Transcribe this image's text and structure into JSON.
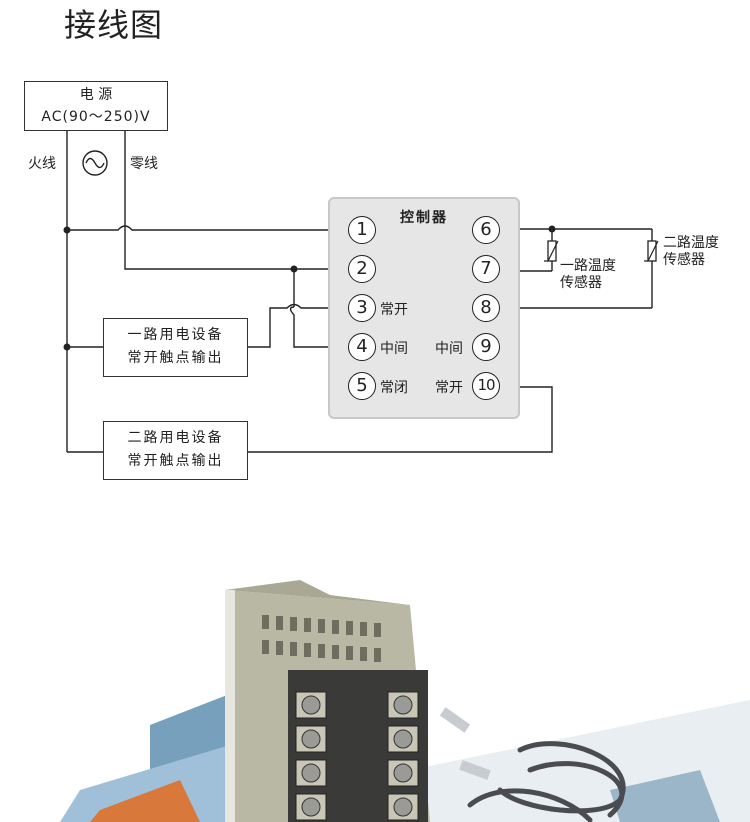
{
  "page": {
    "title": "接线图"
  },
  "diagram": {
    "power": {
      "line1": "电 源",
      "line2": "AC(90～250)V"
    },
    "live_label": "火线",
    "neutral_label": "零线",
    "controller_title": "控制器",
    "terminals": [
      "1",
      "2",
      "3",
      "4",
      "5",
      "6",
      "7",
      "8",
      "9",
      "10"
    ],
    "contact_labels": {
      "t3": "常开",
      "t4": "中间",
      "t5": "常闭",
      "t9": "中间",
      "t10": "常开"
    },
    "sensor1": {
      "line1": "一路温度",
      "line2": "传感器"
    },
    "sensor2": {
      "line1": "二路温度",
      "line2": "传感器"
    },
    "output1": {
      "line1": "一路用电设备",
      "line2": "常开触点输出"
    },
    "output2": {
      "line1": "二路用电设备",
      "line2": "常开触点输出"
    }
  },
  "colors": {
    "wire": "#222222",
    "controller_bg": "#e6e6e6",
    "device_body": "#b9b8a4",
    "terminal_block": "#3a3a38"
  },
  "photo": {
    "subject": "temperature-controller-device",
    "icon": "device-photo-icon"
  }
}
